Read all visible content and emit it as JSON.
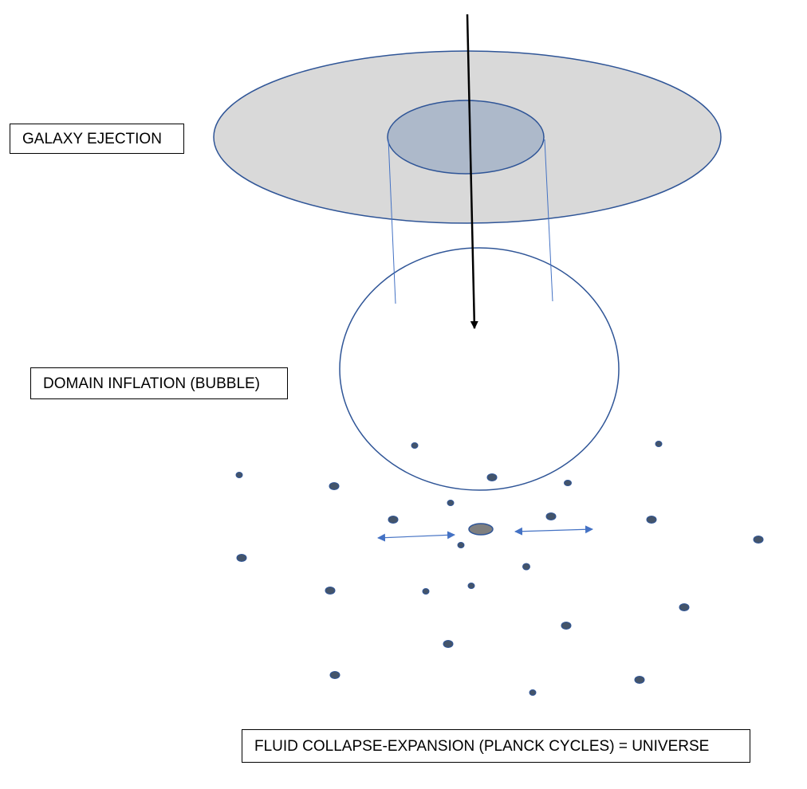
{
  "labels": {
    "galaxy_ejection": "GALAXY EJECTION",
    "domain_inflation": "DOMAIN INFLATION (BUBBLE)",
    "fluid_collapse": "FLUID COLLAPSE-EXPANSION (PLANCK CYCLES) = UNIVERSE"
  },
  "colors": {
    "outline": "#2f5597",
    "disk_fill": "#d9d9d9",
    "core_fill": "#adb9ca",
    "particle_fill": "#44546a",
    "central_particle_fill": "#7f7f7f",
    "arrow": "#000000",
    "double_arrow": "#4472c4",
    "connector": "#4472c4"
  }
}
